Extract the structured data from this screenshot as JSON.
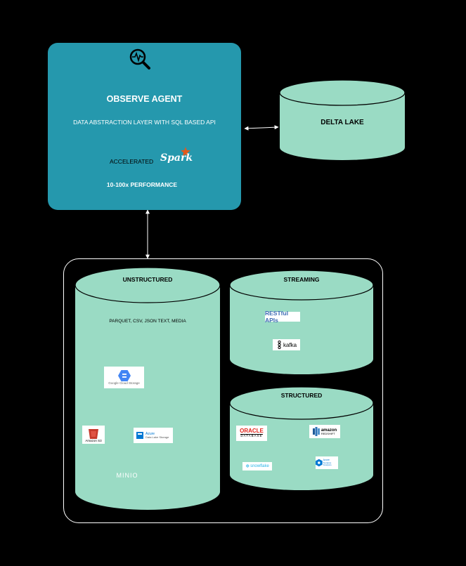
{
  "agent": {
    "title": "OBSERVE AGENT",
    "subtitle": "DATA ABSTRACTION LAYER WITH SQL BASED API",
    "accelerated": "ACCELERATED",
    "spark": "Spark",
    "performance": "10-100x PERFORMANCE",
    "icon": "search-pulse-icon"
  },
  "delta_lake": {
    "label": "DELTA LAKE"
  },
  "unstructured": {
    "title": "UNSTRUCTURED",
    "formats": "PARQUET, CSV, JSON TEXT, MEDIA",
    "logos": [
      {
        "name": "google-cloud-storage-logo",
        "text": "Google Cloud Storage"
      },
      {
        "name": "amazon-s3-logo",
        "text": "Amazon S3"
      },
      {
        "name": "azure-data-lake-storage-logo",
        "text": "Azure",
        "subtext": "Data Lake Storage"
      },
      {
        "name": "minio-logo",
        "text": "MINIO"
      }
    ]
  },
  "streaming": {
    "title": "STREAMING",
    "logos": [
      {
        "name": "restful-apis-logo",
        "text": "RESTful APIs"
      },
      {
        "name": "kafka-logo",
        "text": "kafka"
      }
    ]
  },
  "structured": {
    "title": "STRUCTURED",
    "logos": [
      {
        "name": "oracle-database-logo",
        "text": "ORACLE",
        "subtext": "DATABASE"
      },
      {
        "name": "amazon-redshift-logo",
        "text": "amazon",
        "subtext": "REDSHIFT"
      },
      {
        "name": "snowflake-logo",
        "text": "snowflake"
      },
      {
        "name": "azure-synapse-logo",
        "text": "Azure",
        "subtext": "Synapse Analytics"
      }
    ]
  },
  "colors": {
    "agent": "#2598AD",
    "store": "#9ADBC4",
    "background": "#000000"
  }
}
